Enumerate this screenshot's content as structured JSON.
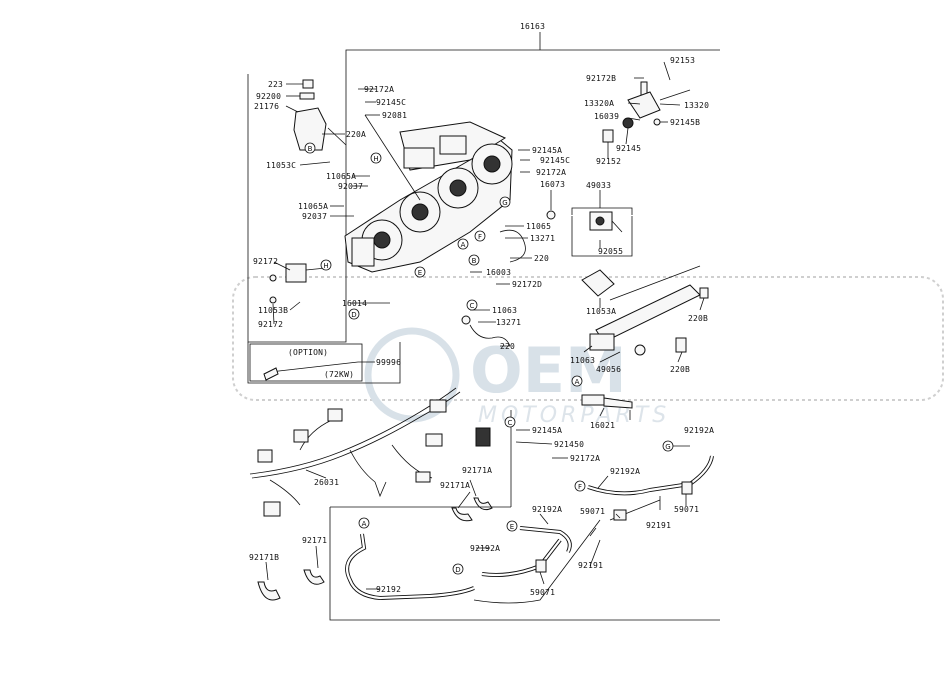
{
  "header": {
    "assembly_number": "16163"
  },
  "watermark": {
    "brand": "OEM",
    "sub": "MOTORPARTS",
    "color": "#d8e1e8"
  },
  "labels": {
    "l223": "223",
    "l92200": "92200",
    "l21176": "21176",
    "l220A": "220A",
    "l11053C": "11053C",
    "l92172A_top": "92172A",
    "l92145C_top": "92145C",
    "l92081": "92081",
    "l11065A_a": "11065A",
    "l92037_a": "92037",
    "l11065A_b": "11065A",
    "l92037_b": "92037",
    "l92145A_a": "92145A",
    "l92145C_b": "92145C",
    "l92172A_b": "92172A",
    "l16073": "16073",
    "l49033": "49033",
    "l92172_a": "92172",
    "l11053B": "11053B",
    "l92172_b": "92172",
    "l11065": "11065",
    "l13271_a": "13271",
    "l220_a": "220",
    "l16003": "16003",
    "l92172D": "92172D",
    "l16014": "16014",
    "l11063_a": "11063",
    "l13271_b": "13271",
    "l220_b": "220",
    "l92055": "92055",
    "l11053A": "11053A",
    "l220B_a": "220B",
    "l11063_b": "11063",
    "l49056": "49056",
    "l220B_b": "220B",
    "l16021": "16021",
    "l92172B": "92172B",
    "l92153": "92153",
    "l13320A": "13320A",
    "l13320": "13320",
    "l16039": "16039",
    "l92145B": "92145B",
    "l92145": "92145",
    "l92152": "92152",
    "l_option": "(OPTION)",
    "l_72kw": "(72KW)",
    "l99996": "99996",
    "l92145A_b": "92145A",
    "l921450": "921450",
    "l92172A_c": "92172A",
    "l92192A_a": "92192A",
    "l92192A_b": "92192A",
    "l92171A_a": "92171A",
    "l92171A_b": "92171A",
    "l26031": "26031",
    "l59071_a": "59071",
    "l59071_b": "59071",
    "l92191_a": "92191",
    "l92192A_c": "92192A",
    "l92192A_d": "92192A",
    "l92191_b": "92191",
    "l92192": "92192",
    "l59071_c": "59071",
    "l92171B": "92171B",
    "l92171": "92171"
  },
  "callouts": {
    "A1": "A",
    "A2": "A",
    "A3": "A",
    "B1": "B",
    "B2": "B",
    "C1": "C",
    "C2": "C",
    "D1": "D",
    "D2": "D",
    "E1": "E",
    "E2": "E",
    "F1": "F",
    "F2": "F",
    "G1": "G",
    "G2": "G",
    "H1": "H",
    "H2": "H"
  }
}
